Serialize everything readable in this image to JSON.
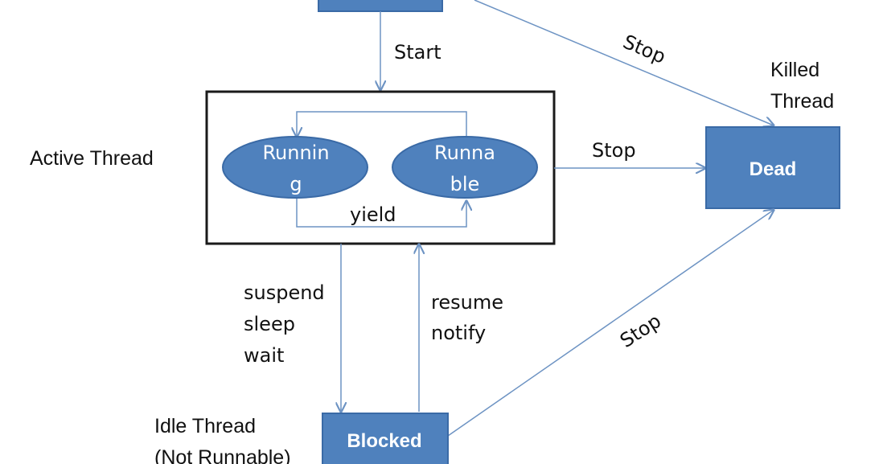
{
  "colors": {
    "box_fill": "#4f81bd",
    "box_stroke": "#3a6aa6",
    "arrow": "#6d93c3",
    "frame": "#1a1a1a",
    "text": "#111111",
    "state_text": "#ffffff"
  },
  "states": {
    "dead": "Dead",
    "blocked": "Blocked",
    "running": [
      "Runnin",
      "g"
    ],
    "runnable": [
      "Runna",
      "ble"
    ]
  },
  "labels": {
    "active_thread": "Active Thread",
    "killed_thread": [
      "Killed",
      "Thread"
    ],
    "idle_thread": [
      "Idle Thread",
      "(Not Runnable)"
    ]
  },
  "transitions": {
    "start": "Start",
    "stop_top": "Stop",
    "stop_mid": "Stop",
    "stop_bottom": "Stop",
    "yield": "yield",
    "suspend": [
      "suspend",
      "sleep",
      "wait"
    ],
    "resume": [
      "resume",
      "notify"
    ]
  }
}
